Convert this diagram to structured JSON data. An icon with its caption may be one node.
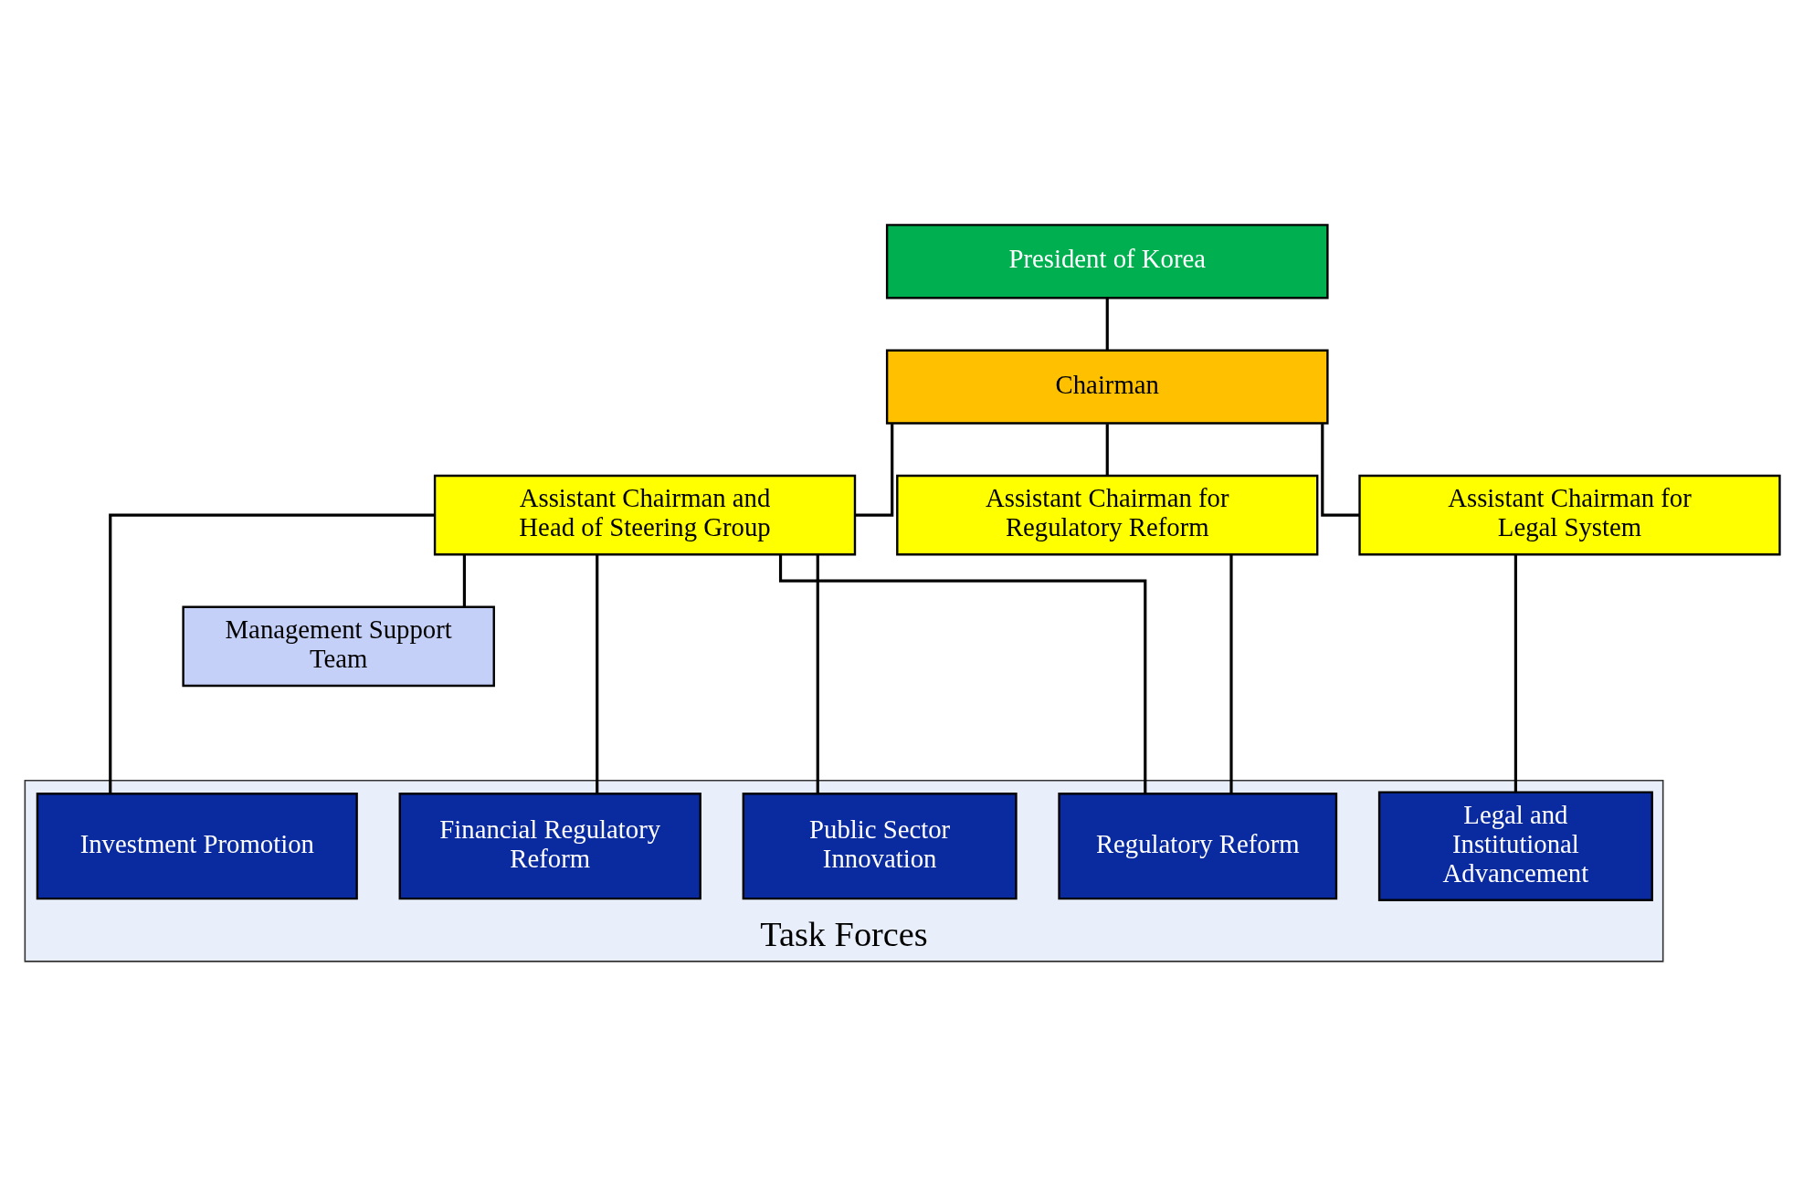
{
  "diagram": {
    "nodes": [
      {
        "text": [
          "President of Korea"
        ]
      },
      {
        "text": [
          "Chairman"
        ]
      },
      {
        "text": [
          "Assistant Chairman and Head of Steering Group"
        ]
      },
      {
        "text": [
          "Assistant Chairman for Regulatory Reform"
        ]
      },
      {
        "text": [
          "Assistant Chairman for Legal System"
        ]
      },
      {
        "text": [
          "Management Support Team"
        ]
      },
      {
        "text": [
          "Task Forces"
        ]
      },
      {
        "text": [
          "Investment Promotion"
        ],
        "in": 6
      },
      {
        "text": [
          "Financial Regulatory Reform"
        ],
        "in": 6
      },
      {
        "text": [
          "Public Sector Innovation"
        ],
        "in": 6
      },
      {
        "text": [
          "Regulatory Reform"
        ],
        "in": 6
      },
      {
        "text": [
          "Legal and Institutional Advancement"
        ],
        "in": 6
      }
    ],
    "edges": [
      {
        "from": 0,
        "to": 1,
        "arrow": "none"
      },
      {
        "from": 1,
        "to": 2,
        "arrow": "none"
      },
      {
        "from": 1,
        "to": 3,
        "arrow": "none"
      },
      {
        "from": 1,
        "to": 4,
        "arrow": "none"
      },
      {
        "from": 2,
        "to": 5,
        "arrow": "none"
      },
      {
        "from": 2,
        "to": 7,
        "arrow": "none"
      },
      {
        "from": 2,
        "to": 9,
        "arrow": "none"
      },
      {
        "from": 2,
        "to": 8,
        "arrow": "none"
      },
      {
        "from": 2,
        "to": 10,
        "arrow": "none"
      },
      {
        "from": 3,
        "to": 10,
        "arrow": "none"
      },
      {
        "from": 4,
        "to": 11,
        "arrow": "none"
      }
    ]
  }
}
